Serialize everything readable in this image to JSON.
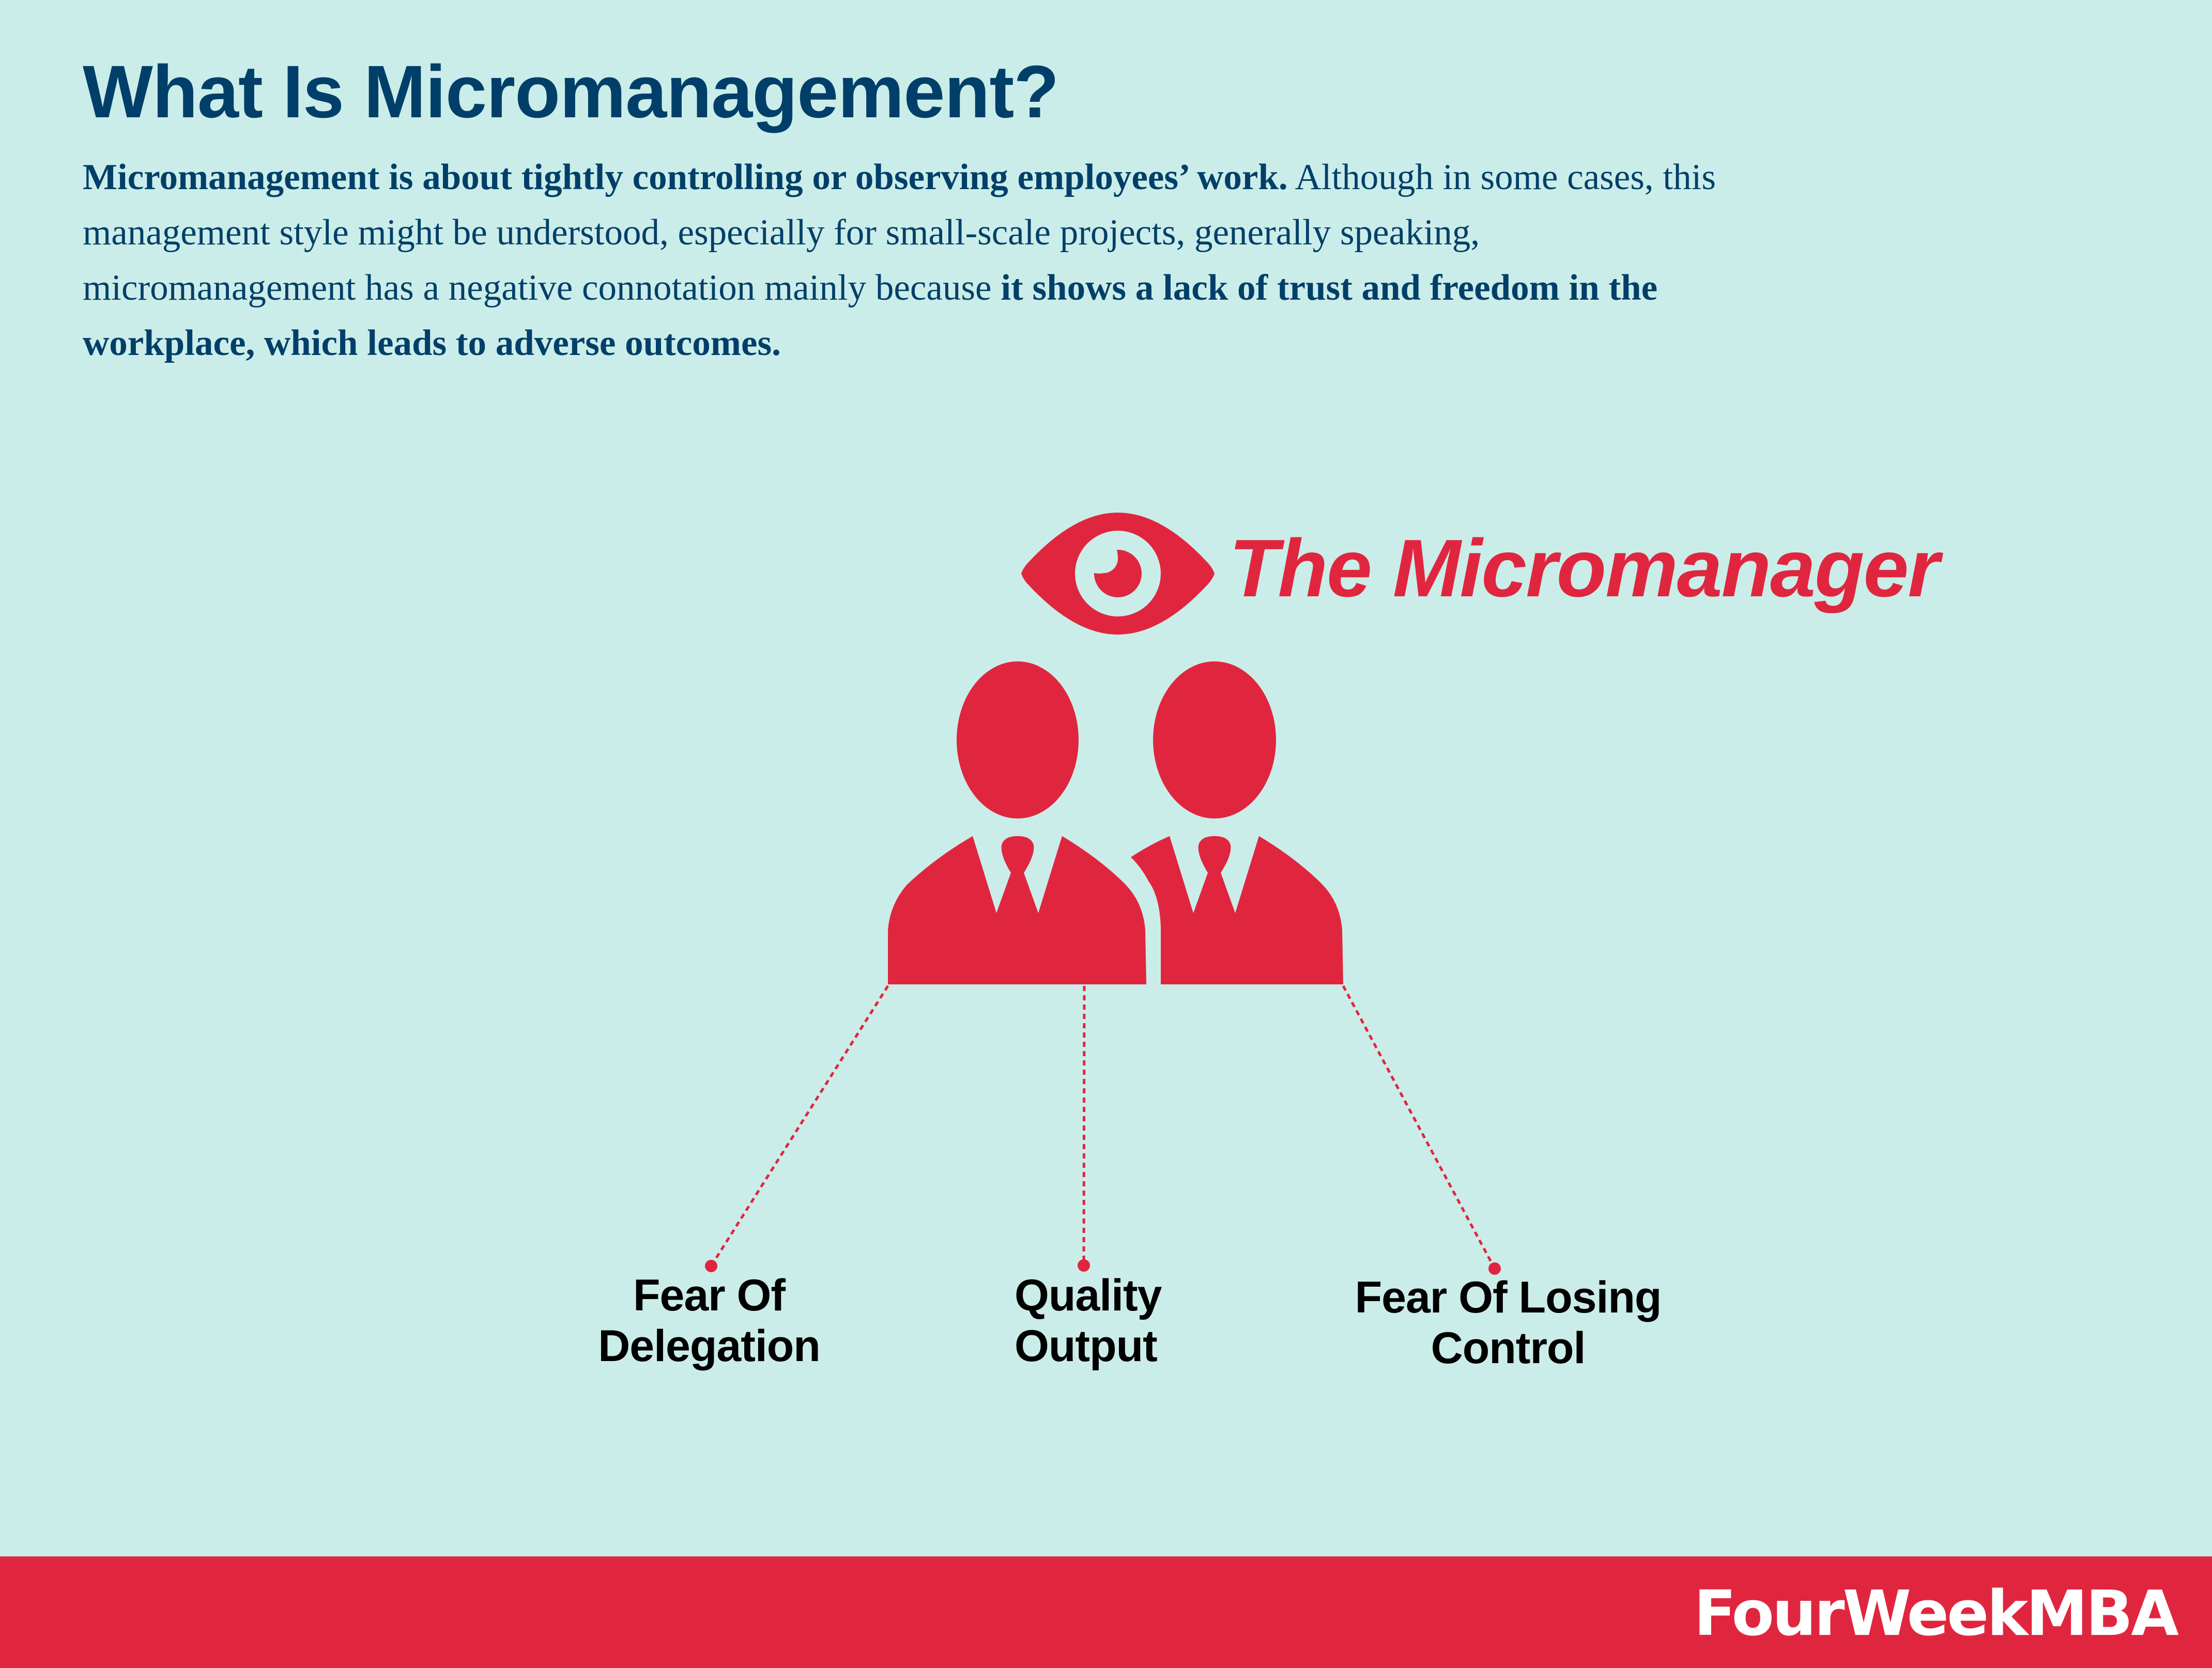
{
  "header": {
    "title": "What Is Micromanagement?",
    "intro": {
      "bold_1": "Micromanagement is about tightly controlling or observing employees’ work.",
      "regular_1": " Although in some cases, this management style might be understood, especially for small-scale projects, generally speaking, micromanagement has a negative connotation mainly because ",
      "bold_2": "it shows a lack of trust and freedom in the workplace, which leads to adverse outcomes."
    }
  },
  "diagram": {
    "heading": "The Micromanager",
    "heading_icon": "eye-icon",
    "figure_icon": "two-businessmen-icon",
    "labels": [
      {
        "line1": "Fear Of",
        "line2": "Delegation"
      },
      {
        "line1": "Quality",
        "line2": "Output"
      },
      {
        "line1": "Fear Of Losing",
        "line2": "Control"
      }
    ],
    "colors": {
      "accent": "#e0263f",
      "background": "#cbede9",
      "text_primary": "#003f69",
      "label_text": "#000000"
    }
  },
  "footer": {
    "brand": "FourWeekMBA"
  }
}
